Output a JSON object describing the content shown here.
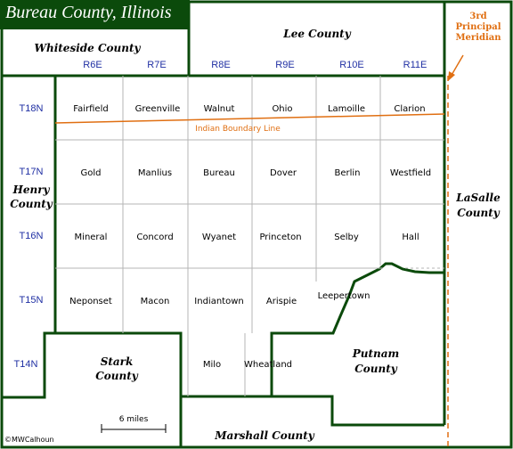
{
  "title": "Bureau County, Illinois",
  "colors": {
    "title_bg": "#0b4a0b",
    "border": "#0b4a0b",
    "range_text": "#1f2fa3",
    "boundary_line": "#e06f12"
  },
  "ranges": [
    "R6E",
    "R7E",
    "R8E",
    "R9E",
    "R10E",
    "R11E"
  ],
  "tiers": [
    "T18N",
    "T17N",
    "T16N",
    "T15N",
    "T14N"
  ],
  "townships": {
    "t18": [
      "Fairfield",
      "Greenville",
      "Walnut",
      "Ohio",
      "Lamoille",
      "Clarion"
    ],
    "t17": [
      "Gold",
      "Manlius",
      "Bureau",
      "Dover",
      "Berlin",
      "Westfield"
    ],
    "t16": [
      "Mineral",
      "Concord",
      "Wyanet",
      "Princeton",
      "Selby",
      "Hall"
    ],
    "t15": [
      "Neponset",
      "Macon",
      "Indiantown",
      "Arispie",
      "Leepertown"
    ],
    "t14": [
      "Milo",
      "Wheatland"
    ]
  },
  "counties": {
    "whiteside": "Whiteside County",
    "lee": "Lee County",
    "henry_1": "Henry",
    "henry_2": "County",
    "lasalle_1": "LaSalle",
    "lasalle_2": "County",
    "stark_1": "Stark",
    "stark_2": "County",
    "putnam_1": "Putnam",
    "putnam_2": "County",
    "marshall": "Marshall County"
  },
  "indian_boundary_label": "Indian Boundary Line",
  "meridian": [
    "3rd",
    "Principal",
    "Meridian"
  ],
  "scale_label": "6 miles",
  "copyright": "©MWCalhoun"
}
